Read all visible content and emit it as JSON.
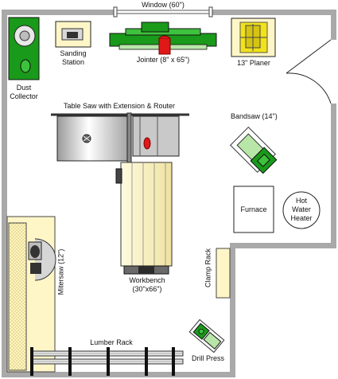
{
  "labels": {
    "window": "Window (60\")",
    "dust_collector": [
      "Dust",
      "Collector"
    ],
    "sanding_station": [
      "Sanding",
      "Station"
    ],
    "jointer": "Jointer (8\" x 65\")",
    "planer": "13\" Planer",
    "table_saw": "Table Saw with Extension & Router",
    "bandsaw": "Bandsaw (14\")",
    "furnace": "Furnace",
    "water_heater": [
      "Hot",
      "Water",
      "Heater"
    ],
    "clamp_rack": "Clamp Rack",
    "mitersaw": "Mitersaw (12\")",
    "workbench": [
      "Workbench",
      "(30\"x66\")"
    ],
    "lumber_rack": "Lumber Rack",
    "drill_press": "Drill Press"
  },
  "colors": {
    "wall": "#a9a9a9",
    "floor": "#ffffff",
    "machine_green": "#1a9a1a",
    "light_green": "#b8e6a8",
    "cream": "#fff6c8",
    "yellow": "#f2e21a",
    "red": "#e01818",
    "gray": "#b4b4b4",
    "dark": "#2b2b2b"
  }
}
